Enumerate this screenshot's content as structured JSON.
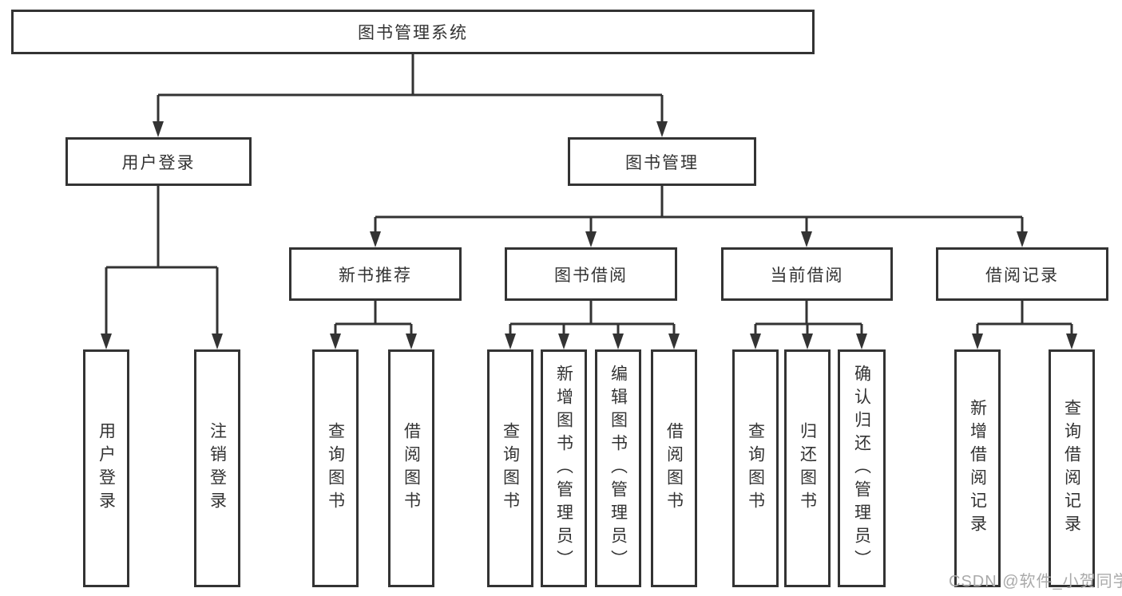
{
  "diagram_title": "图书管理系统",
  "tree": {
    "root": {
      "label": "图书管理系统"
    },
    "branches": [
      {
        "label": "用户登录",
        "children": [
          {
            "label": "用户登录"
          },
          {
            "label": "注销登录"
          }
        ]
      },
      {
        "label": "图书管理",
        "children": [
          {
            "label": "新书推荐",
            "children": [
              {
                "label": "查询图书"
              },
              {
                "label": "借阅图书"
              }
            ]
          },
          {
            "label": "图书借阅",
            "children": [
              {
                "label": "查询图书"
              },
              {
                "label": "新增图书（管理员）"
              },
              {
                "label": "编辑图书（管理员）"
              },
              {
                "label": "借阅图书"
              }
            ]
          },
          {
            "label": "当前借阅",
            "children": [
              {
                "label": "查询图书"
              },
              {
                "label": "归还图书"
              },
              {
                "label": "确认归还（管理员）"
              }
            ]
          },
          {
            "label": "借阅记录",
            "children": [
              {
                "label": "新增借阅记录"
              },
              {
                "label": "查询借阅记录"
              }
            ]
          }
        ]
      }
    ]
  },
  "watermark": {
    "text": "CSDN @软件_小贺同学"
  },
  "colors": {
    "line": "#333333",
    "box_border": "#333333",
    "text": "#333333",
    "background": "#ffffff",
    "watermark": "#aaaaaa"
  }
}
